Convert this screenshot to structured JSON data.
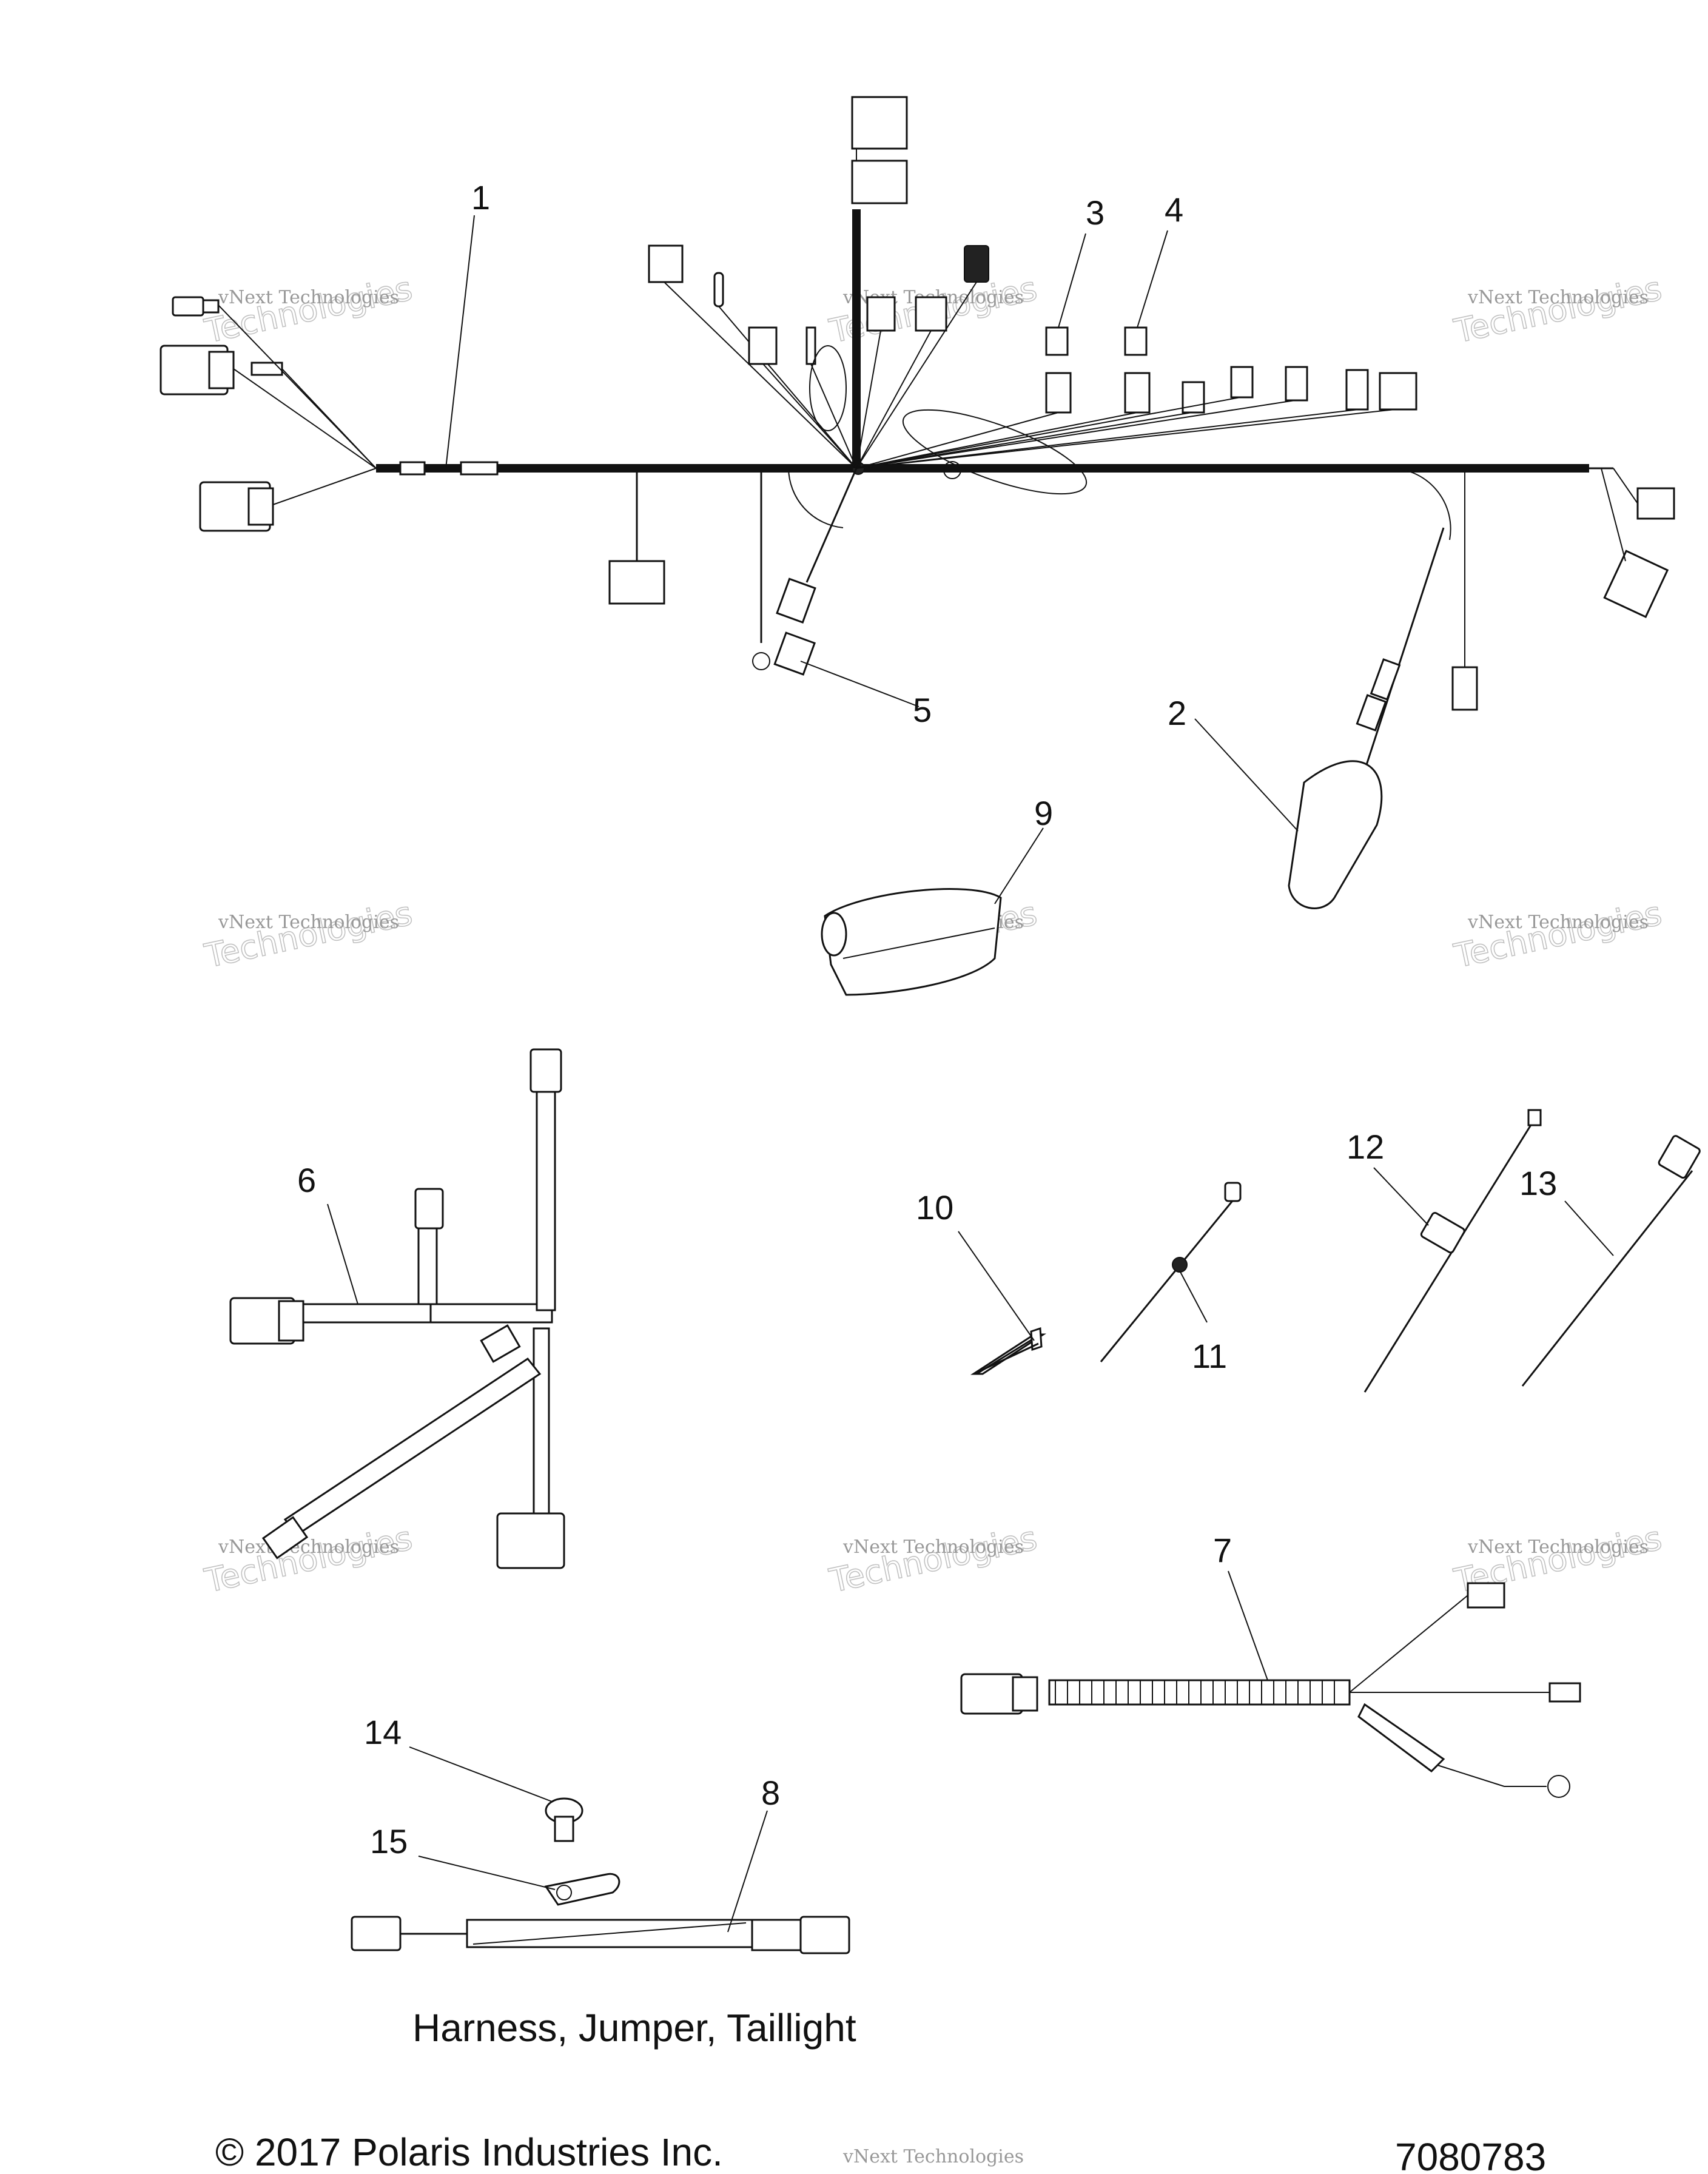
{
  "title": "Harness, Jumper, Taillight",
  "copyright": "© 2017 Polaris Industries Inc.",
  "part_number": "7080783",
  "watermark": {
    "line1": "vNext Technologies",
    "line2": "Technologies"
  },
  "callouts": [
    "1",
    "2",
    "3",
    "4",
    "5",
    "6",
    "7",
    "8",
    "9",
    "10",
    "11",
    "12",
    "13",
    "14",
    "15"
  ]
}
